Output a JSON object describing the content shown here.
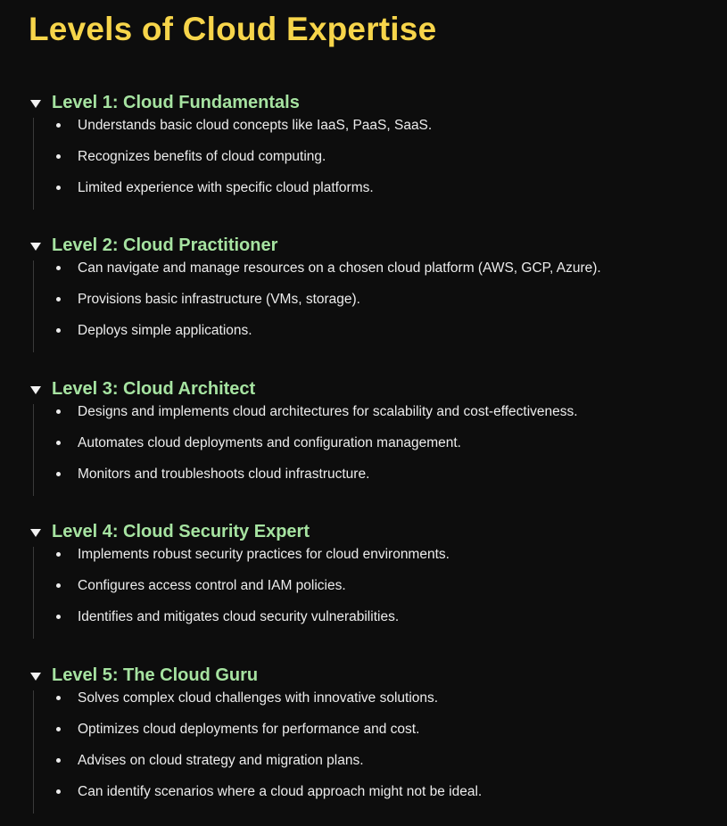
{
  "page": {
    "title": "Levels of Cloud Expertise"
  },
  "levels": [
    {
      "title": "Level 1: Cloud Fundamentals",
      "items": [
        "Understands basic cloud concepts like IaaS, PaaS, SaaS.",
        "Recognizes benefits of cloud computing.",
        "Limited experience with specific cloud platforms."
      ]
    },
    {
      "title": "Level 2: Cloud Practitioner",
      "items": [
        "Can navigate and manage resources on a chosen cloud platform (AWS, GCP, Azure).",
        "Provisions basic infrastructure (VMs, storage).",
        "Deploys simple applications."
      ]
    },
    {
      "title": "Level 3: Cloud Architect",
      "items": [
        "Designs and implements cloud architectures for scalability and cost-effectiveness.",
        "Automates cloud deployments and configuration management.",
        "Monitors and troubleshoots cloud infrastructure."
      ]
    },
    {
      "title": "Level 4: Cloud Security Expert",
      "items": [
        "Implements robust security practices for cloud environments.",
        "Configures access control and IAM policies.",
        "Identifies and mitigates cloud security vulnerabilities."
      ]
    },
    {
      "title": "Level 5: The Cloud Guru",
      "items": [
        "Solves complex cloud challenges with innovative solutions.",
        "Optimizes cloud deployments for performance and cost.",
        "Advises on cloud strategy and migration plans.",
        "Can identify scenarios where a cloud approach might not be ideal."
      ]
    }
  ],
  "colors": {
    "background": "#0d0d0d",
    "title": "#f7d54a",
    "level_heading": "#a6e3a1",
    "body_text": "#ececec"
  },
  "icons": {
    "expand": "caret-down-icon",
    "bullet": "bullet-dot-icon"
  }
}
